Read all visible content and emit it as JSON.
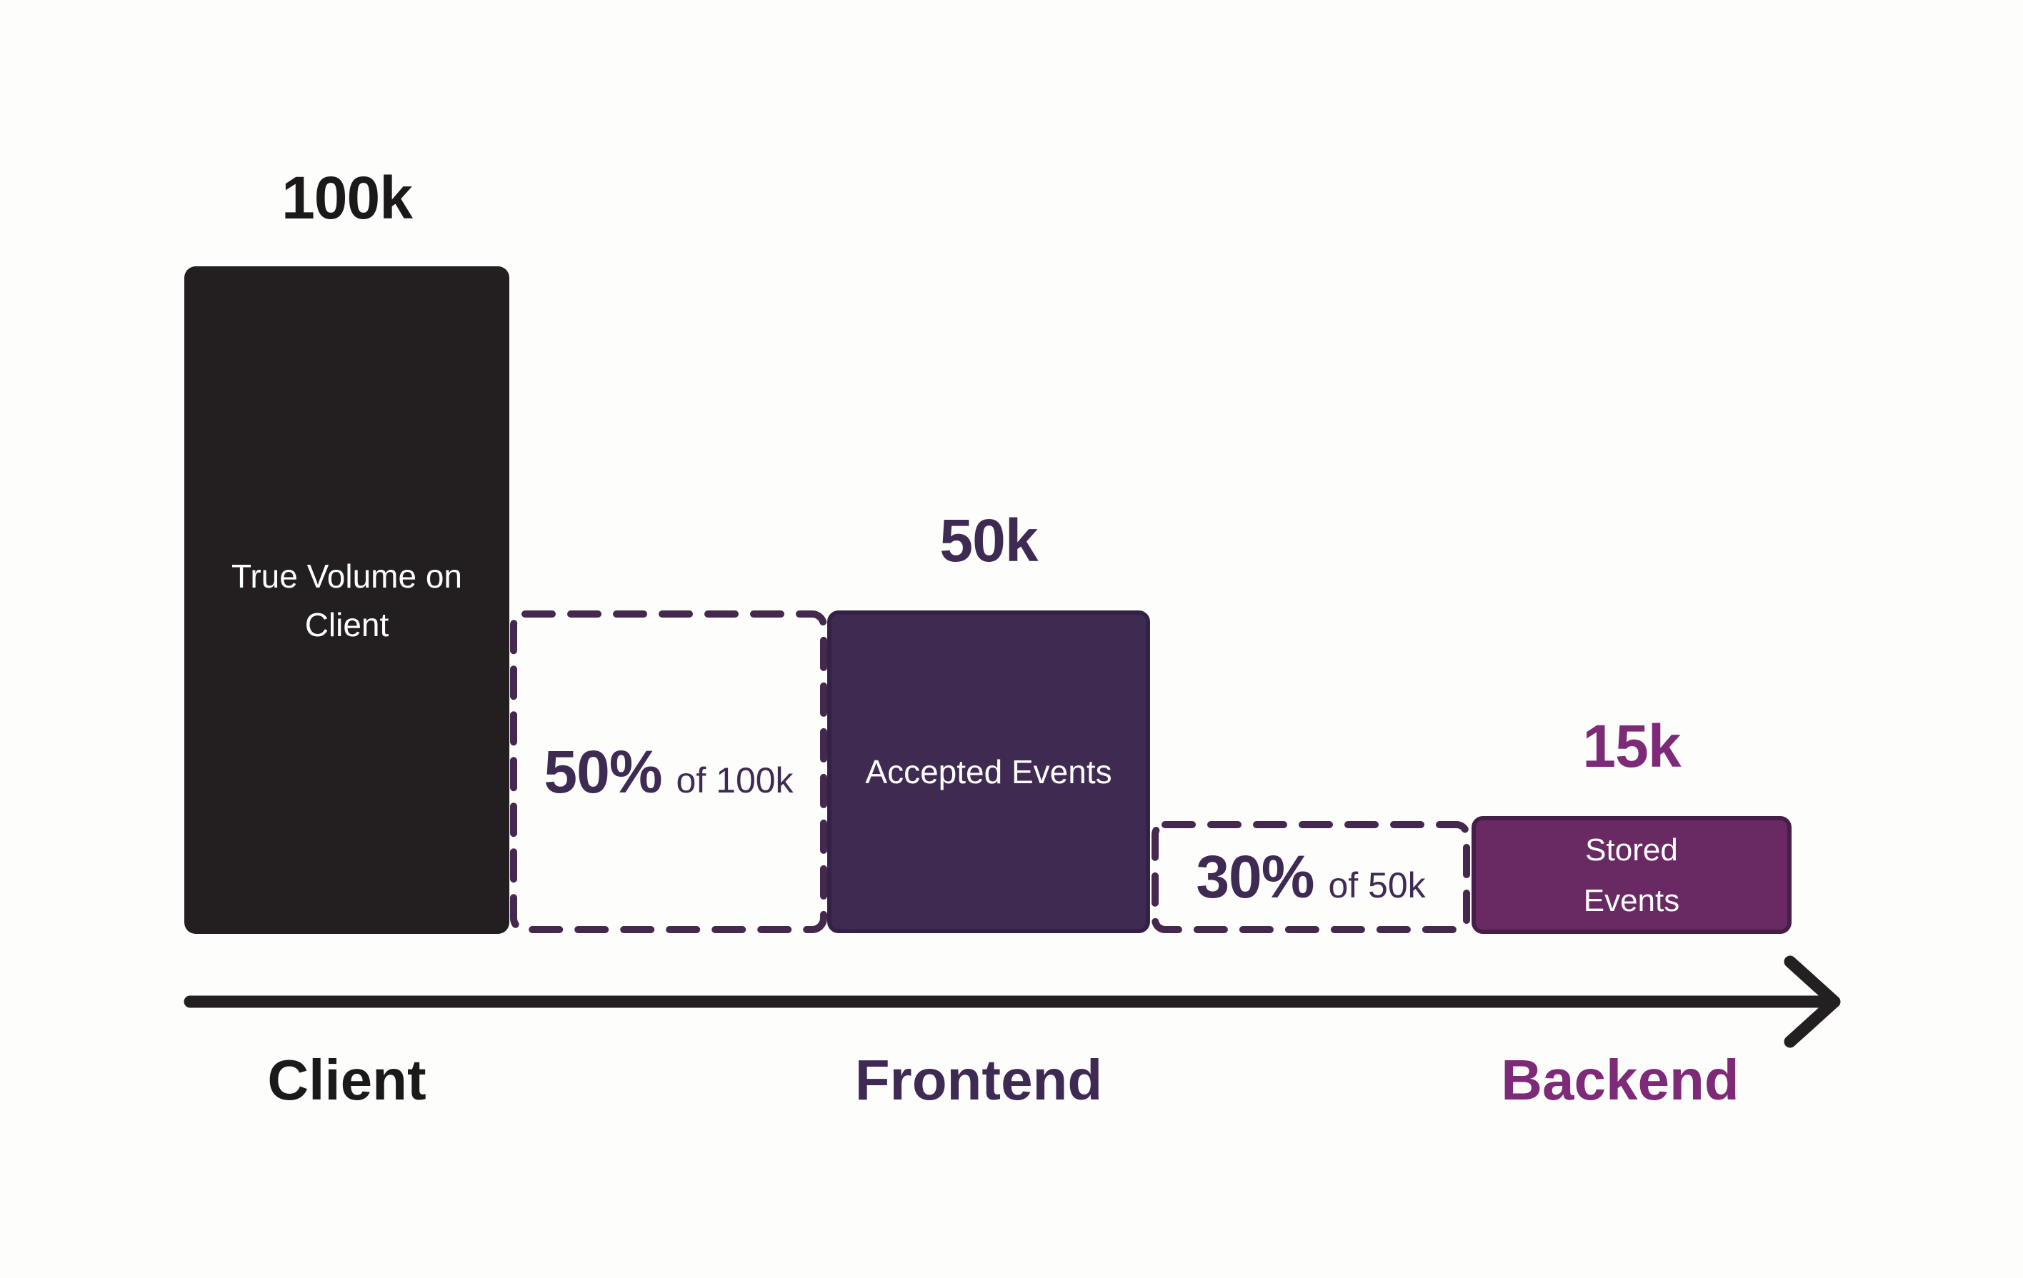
{
  "colors": {
    "background": "#fdfdfc",
    "bar_client": "#231f20",
    "bar_frontend": "#3f2a51",
    "bar_frontend_border": "#342246",
    "bar_backend": "#692a63",
    "bar_backend_border": "#471e46",
    "dashed_outline": "#44284e",
    "arrow": "#242021",
    "label_client": "#1c191b",
    "label_frontend": "#3e2a52",
    "label_backend": "#7d2b78",
    "text_on_bar": "#ffffff"
  },
  "stages": {
    "client": {
      "value_label": "100k",
      "bar_label_lines": [
        "True Volume on",
        "Client"
      ],
      "axis_label": "Client"
    },
    "frontend": {
      "value_label": "50k",
      "bar_label_lines": [
        "Accepted Events"
      ],
      "axis_label": "Frontend"
    },
    "backend": {
      "value_label": "15k",
      "bar_label_lines": [
        "Stored",
        "Events"
      ],
      "axis_label": "Backend"
    }
  },
  "losses": {
    "client_to_frontend": {
      "percent": "50%",
      "suffix": "of 100k"
    },
    "frontend_to_backend": {
      "percent": "30%",
      "suffix": "of 50k"
    }
  },
  "chart_data": {
    "type": "bar",
    "subtype": "funnel",
    "categories": [
      "Client",
      "Frontend",
      "Backend"
    ],
    "series": [
      {
        "name": "Events",
        "values": [
          100000,
          50000,
          15000
        ],
        "value_labels": [
          "100k",
          "50k",
          "15k"
        ],
        "bar_labels": [
          "True Volume on Client",
          "Accepted Events",
          "Stored Events"
        ]
      }
    ],
    "annotations": [
      "50% of 100k",
      "30% of 50k"
    ],
    "legend_visible": false,
    "grid": false,
    "x_axis_arrow": true
  }
}
